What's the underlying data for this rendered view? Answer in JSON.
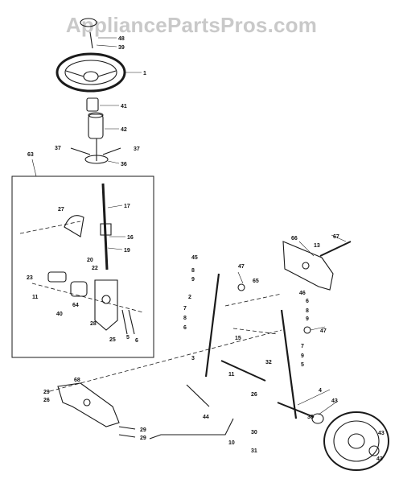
{
  "watermark": "AppliancePartsPros.com",
  "labels": [
    {
      "id": "l-48",
      "text": "48"
    },
    {
      "id": "l-39",
      "text": "39"
    },
    {
      "id": "l-1",
      "text": "1"
    },
    {
      "id": "l-41",
      "text": "41"
    },
    {
      "id": "l-42",
      "text": "42"
    },
    {
      "id": "l-37a",
      "text": "37"
    },
    {
      "id": "l-37b",
      "text": "37"
    },
    {
      "id": "l-36",
      "text": "36"
    },
    {
      "id": "l-63",
      "text": "63"
    },
    {
      "id": "l-17",
      "text": "17"
    },
    {
      "id": "l-27",
      "text": "27"
    },
    {
      "id": "l-16",
      "text": "16"
    },
    {
      "id": "l-19",
      "text": "19"
    },
    {
      "id": "l-20",
      "text": "20"
    },
    {
      "id": "l-22",
      "text": "22"
    },
    {
      "id": "l-23",
      "text": "23"
    },
    {
      "id": "l-11a",
      "text": "11"
    },
    {
      "id": "l-40",
      "text": "40"
    },
    {
      "id": "l-64",
      "text": "64"
    },
    {
      "id": "l-28",
      "text": "28"
    },
    {
      "id": "l-25",
      "text": "25"
    },
    {
      "id": "l-5a",
      "text": "5"
    },
    {
      "id": "l-6a",
      "text": "6"
    },
    {
      "id": "l-66",
      "text": "66"
    },
    {
      "id": "l-13",
      "text": "13"
    },
    {
      "id": "l-67",
      "text": "67"
    },
    {
      "id": "l-45",
      "text": "45"
    },
    {
      "id": "l-8a",
      "text": "8"
    },
    {
      "id": "l-9a",
      "text": "9"
    },
    {
      "id": "l-47a",
      "text": "47"
    },
    {
      "id": "l-65",
      "text": "65"
    },
    {
      "id": "l-2",
      "text": "2"
    },
    {
      "id": "l-7a",
      "text": "7"
    },
    {
      "id": "l-8b",
      "text": "8"
    },
    {
      "id": "l-6b",
      "text": "6"
    },
    {
      "id": "l-46",
      "text": "46"
    },
    {
      "id": "l-6c",
      "text": "6"
    },
    {
      "id": "l-8c",
      "text": "8"
    },
    {
      "id": "l-9b",
      "text": "9"
    },
    {
      "id": "l-47b",
      "text": "47"
    },
    {
      "id": "l-15",
      "text": "15"
    },
    {
      "id": "l-7b",
      "text": "7"
    },
    {
      "id": "l-9c",
      "text": "9"
    },
    {
      "id": "l-5b",
      "text": "5"
    },
    {
      "id": "l-3",
      "text": "3"
    },
    {
      "id": "l-32",
      "text": "32"
    },
    {
      "id": "l-11b",
      "text": "11"
    },
    {
      "id": "l-4",
      "text": "4"
    },
    {
      "id": "l-26",
      "text": "26"
    },
    {
      "id": "l-68",
      "text": "68"
    },
    {
      "id": "l-29a",
      "text": "29"
    },
    {
      "id": "l-26b",
      "text": "26"
    },
    {
      "id": "l-43a",
      "text": "43"
    },
    {
      "id": "l-43b",
      "text": "43"
    },
    {
      "id": "l-43c",
      "text": "43"
    },
    {
      "id": "l-10",
      "text": "10"
    },
    {
      "id": "l-30",
      "text": "30"
    },
    {
      "id": "l-29b",
      "text": "29"
    },
    {
      "id": "l-29c",
      "text": "29"
    },
    {
      "id": "l-31",
      "text": "31"
    },
    {
      "id": "l-44",
      "text": "44"
    },
    {
      "id": "l-38",
      "text": "38"
    }
  ]
}
